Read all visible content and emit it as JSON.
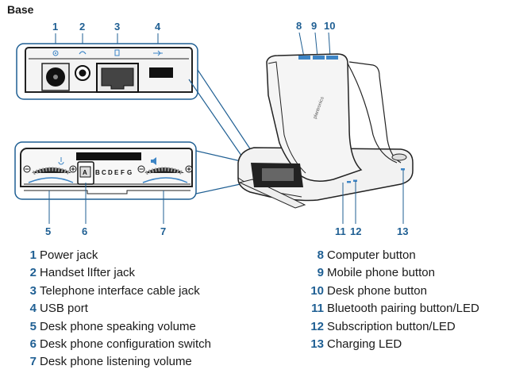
{
  "title": "Base",
  "brand": "plantronics",
  "switch_letters": [
    "A",
    "B",
    "C",
    "D",
    "E",
    "F",
    "G"
  ],
  "callout_numbers": [
    "1",
    "2",
    "3",
    "4",
    "5",
    "6",
    "7",
    "8",
    "9",
    "10",
    "11",
    "12",
    "13"
  ],
  "legend_left": [
    {
      "num": "1",
      "label": "Power jack"
    },
    {
      "num": "2",
      "label": "Handset lIfter jack"
    },
    {
      "num": "3",
      "label": "Telephone interface cable jack"
    },
    {
      "num": "4",
      "label": "USB port"
    },
    {
      "num": "5",
      "label": "Desk phone speaking volume"
    },
    {
      "num": "6",
      "label": "Desk phone configuration switch"
    },
    {
      "num": "7",
      "label": "Desk phone listening volume"
    }
  ],
  "legend_right": [
    {
      "num": "8",
      "label": "Computer button"
    },
    {
      "num": "9",
      "label": "Mobile phone button"
    },
    {
      "num": "10",
      "label": "Desk phone button"
    },
    {
      "num": "11",
      "label": "Bluetooth pairing button/LED"
    },
    {
      "num": "12",
      "label": "Subscription button/LED"
    },
    {
      "num": "13",
      "label": "Charging LED"
    }
  ],
  "colors": {
    "callout": "#1f5f93",
    "accent": "#3d85c6",
    "line": "#1f5f93"
  }
}
